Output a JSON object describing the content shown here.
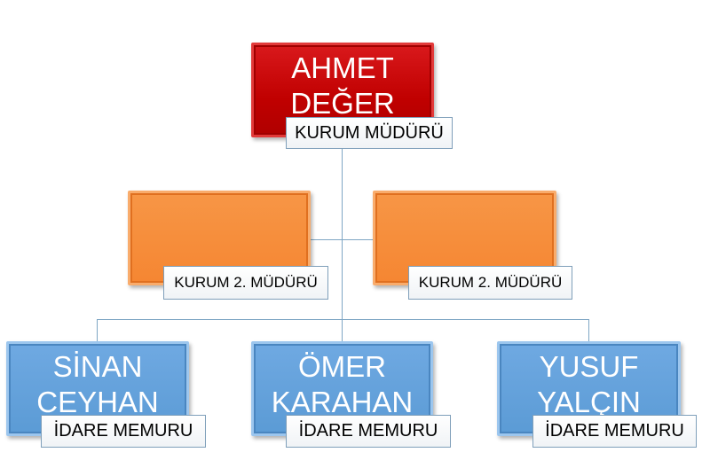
{
  "top": {
    "name": "AHMET DEĞER",
    "title": "KURUM MÜDÜRÜ"
  },
  "assistants": [
    {
      "name": "",
      "title": "KURUM 2. MÜDÜRÜ"
    },
    {
      "name": "",
      "title": "KURUM 2. MÜDÜRÜ"
    }
  ],
  "staff": [
    {
      "name": "SİNAN CEYHAN",
      "title": "İDARE MEMURU"
    },
    {
      "name": "ÖMER KARAHAN",
      "title": "İDARE MEMURU"
    },
    {
      "name": "YUSUF YALÇIN",
      "title": "İDARE MEMURU"
    }
  ],
  "colors": {
    "top": "#c00000",
    "assistant": "#f79646",
    "staff": "#5b9bd5",
    "connector": "#7ea6c4"
  }
}
